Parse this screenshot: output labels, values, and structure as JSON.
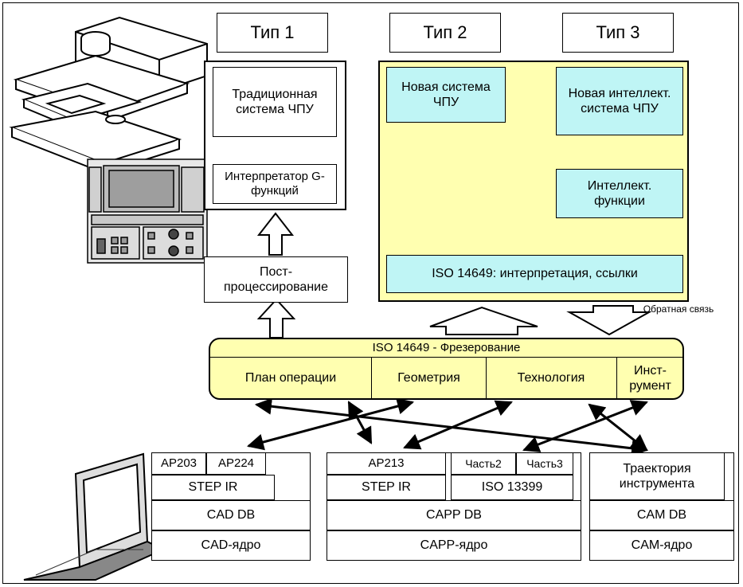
{
  "types": {
    "t1": "Тип 1",
    "t2": "Тип 2",
    "t3": "Тип 3"
  },
  "type1": {
    "traditional": "Традиционная система ЧПУ",
    "interpreter": "Интерпретатор G-функций",
    "postprocessing": "Пост-процессирование"
  },
  "type2": {
    "new_cnc": "Новая система ЧПУ"
  },
  "type3": {
    "intellect_cnc": "Новая интеллект. система ЧПУ",
    "intellect_functions": "Интеллект. функции"
  },
  "iso_interpretation": "ISO 14649: интерпретация, ссылки",
  "feedback": "Обратная связь",
  "milling": {
    "title": "ISO 14649 - Фрезерование",
    "cells": [
      "План операции",
      "Геометрия",
      "Технология",
      "Инст-румент"
    ]
  },
  "cad": {
    "ap203": "AP203",
    "ap224": "AP224",
    "step_ir": "STEP IR",
    "db": "CAD DB",
    "core": "CAD-ядро"
  },
  "capp": {
    "ap213": "AP213",
    "part2": "Часть2",
    "part3": "Часть3",
    "step_ir": "STEP IR",
    "iso13399": "ISO 13399",
    "db": "CAPP DB",
    "core": "CAPP-ядро"
  },
  "cam": {
    "trajectory": "Траектория инструмента",
    "db": "CAM DB",
    "core": "CAM-ядро"
  }
}
